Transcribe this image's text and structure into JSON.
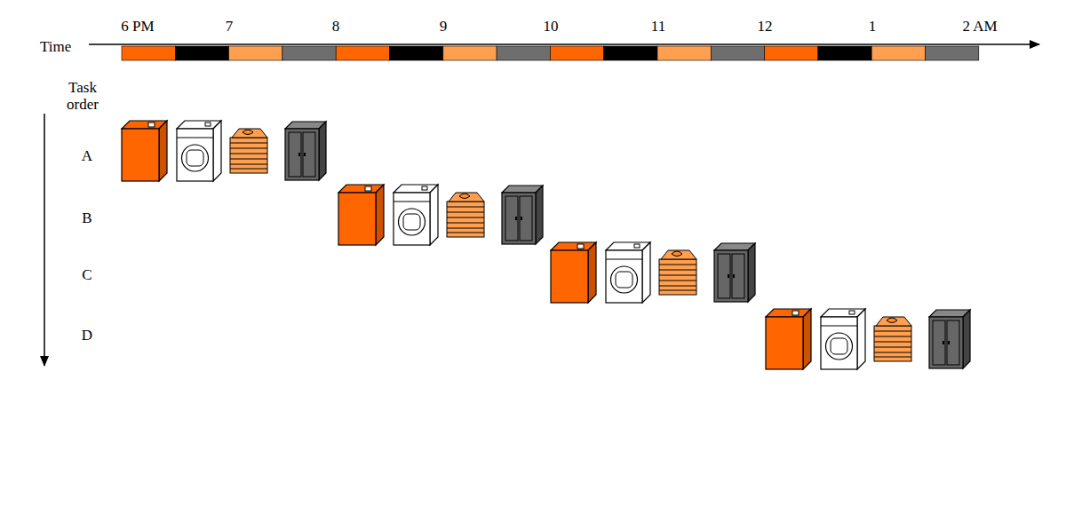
{
  "diagram": {
    "labels": [
      "Time",
      "6 PM",
      "7",
      "8",
      "9",
      "10",
      "11",
      "12",
      "1",
      "2 AM",
      "Task order",
      "A",
      "B",
      "C",
      "D"
    ]
  }
}
